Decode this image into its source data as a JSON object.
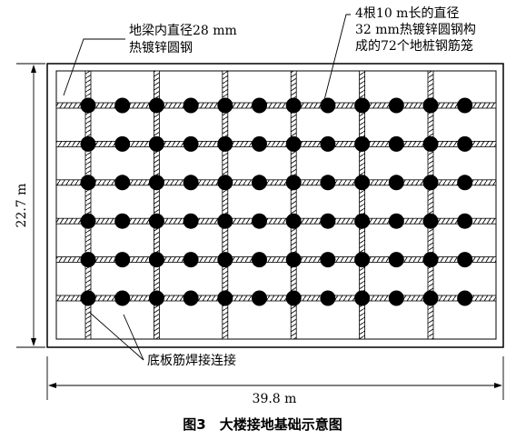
{
  "labels": {
    "beam_line1": "地梁内直径28 mm",
    "beam_line2": "热镀锌圆钢",
    "pile_line1": "4根10 m长的直径",
    "pile_line2": "32 mm热镀锌圆钢构",
    "pile_line3": "成的72个地桩钢筋笼",
    "slab": "底板筋焊接连接"
  },
  "dimensions": {
    "height": "22.7 m",
    "width": "39.8 m"
  },
  "caption": "图3　大楼接地基础示意图",
  "grid": {
    "pile_rows": 6,
    "pile_cols": 12
  }
}
